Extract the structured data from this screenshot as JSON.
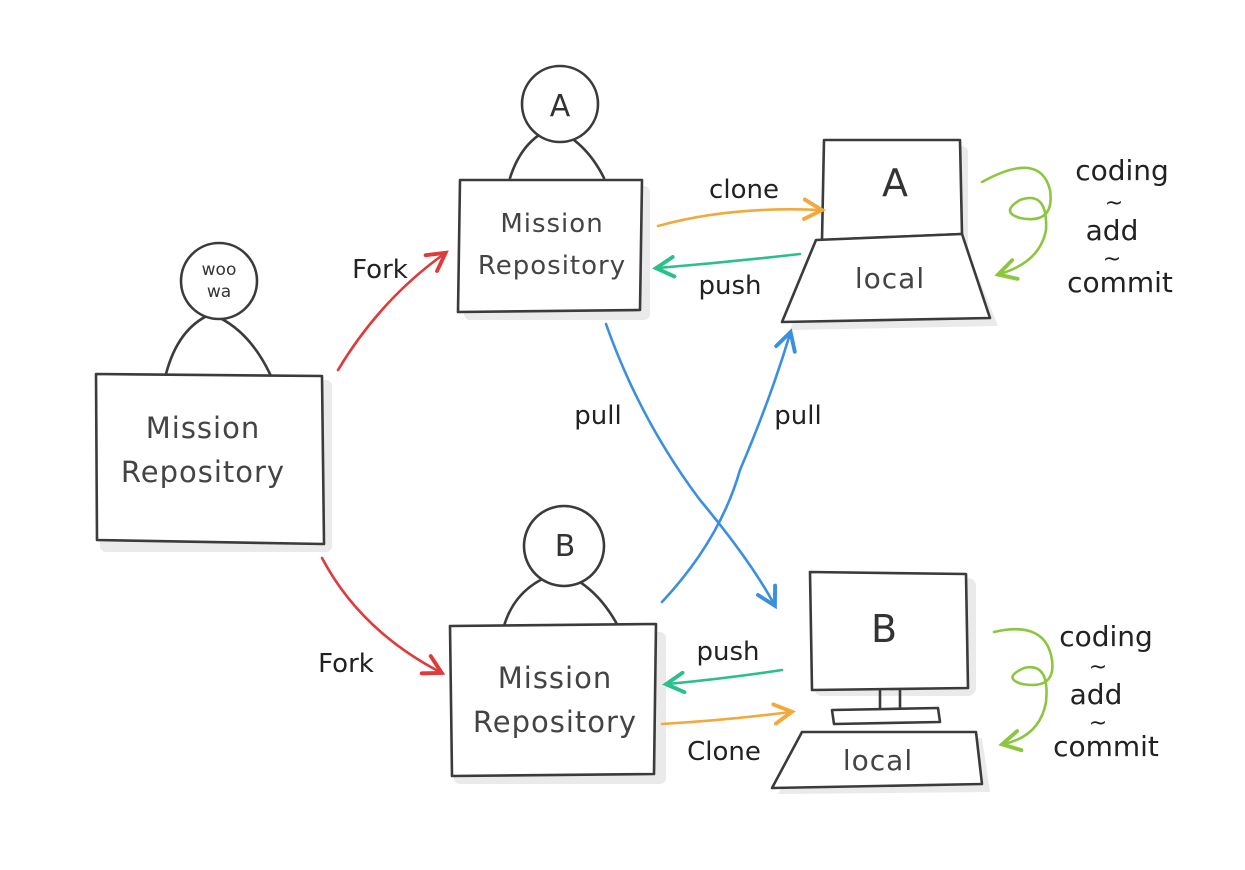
{
  "colors": {
    "fork": "#e03a3a",
    "clone": "#f2a93b",
    "push": "#2bbf8a",
    "pull": "#3a8fe0",
    "loop": "#8cc63f",
    "ink": "#3b3b3b"
  },
  "nodes": {
    "origin": {
      "owner": "woo\nwa",
      "owner_line1": "woo",
      "owner_line2": "wa",
      "line1": "Mission",
      "line2": "Repository"
    },
    "fork_a": {
      "owner": "A",
      "line1": "Mission",
      "line2": "Repository"
    },
    "fork_b": {
      "owner": "B",
      "line1": "Mission",
      "line2": "Repository"
    },
    "local_a": {
      "screen": "A",
      "label": "local"
    },
    "local_b": {
      "screen": "B",
      "label": "local"
    }
  },
  "edges": {
    "fork_top": "Fork",
    "fork_bottom": "Fork",
    "clone_a": "clone",
    "push_a": "push",
    "push_b": "push",
    "clone_b": "Clone",
    "pull_left": "pull",
    "pull_right": "pull"
  },
  "workflow_a": {
    "line1": "coding",
    "sep1": "~",
    "line2": "add",
    "sep2": "~",
    "line3": "commit"
  },
  "workflow_b": {
    "line1": "coding",
    "sep1": "~",
    "line2": "add",
    "sep2": "~",
    "line3": "commit"
  }
}
